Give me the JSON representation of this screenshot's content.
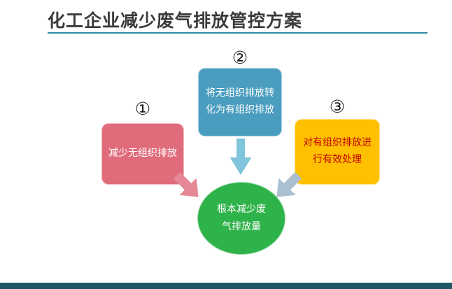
{
  "slide": {
    "title": "化工企业减少废气排放管控方案",
    "steps": [
      {
        "number": "①",
        "label": "减少无组织排放",
        "color": "#e06b7b",
        "text_color": "#ffffff"
      },
      {
        "number": "②",
        "label": "将无组织排放转化为有组织排放",
        "color": "#4a9dbf",
        "text_color": "#ffffff"
      },
      {
        "number": "③",
        "label": "对有组织排放进行有效处理",
        "color": "#ffc000",
        "text_color": "#c00000"
      }
    ],
    "result": {
      "label": "根本减少废气排放量",
      "color": "#2eb24a",
      "text_color": "#ffffff"
    },
    "accents": {
      "underline": "#2f8ba4",
      "footer_bar": "#1e5766",
      "arrow_left": "#e48995",
      "arrow_center": "#7fc4da",
      "arrow_right": "#aabfd0"
    }
  }
}
